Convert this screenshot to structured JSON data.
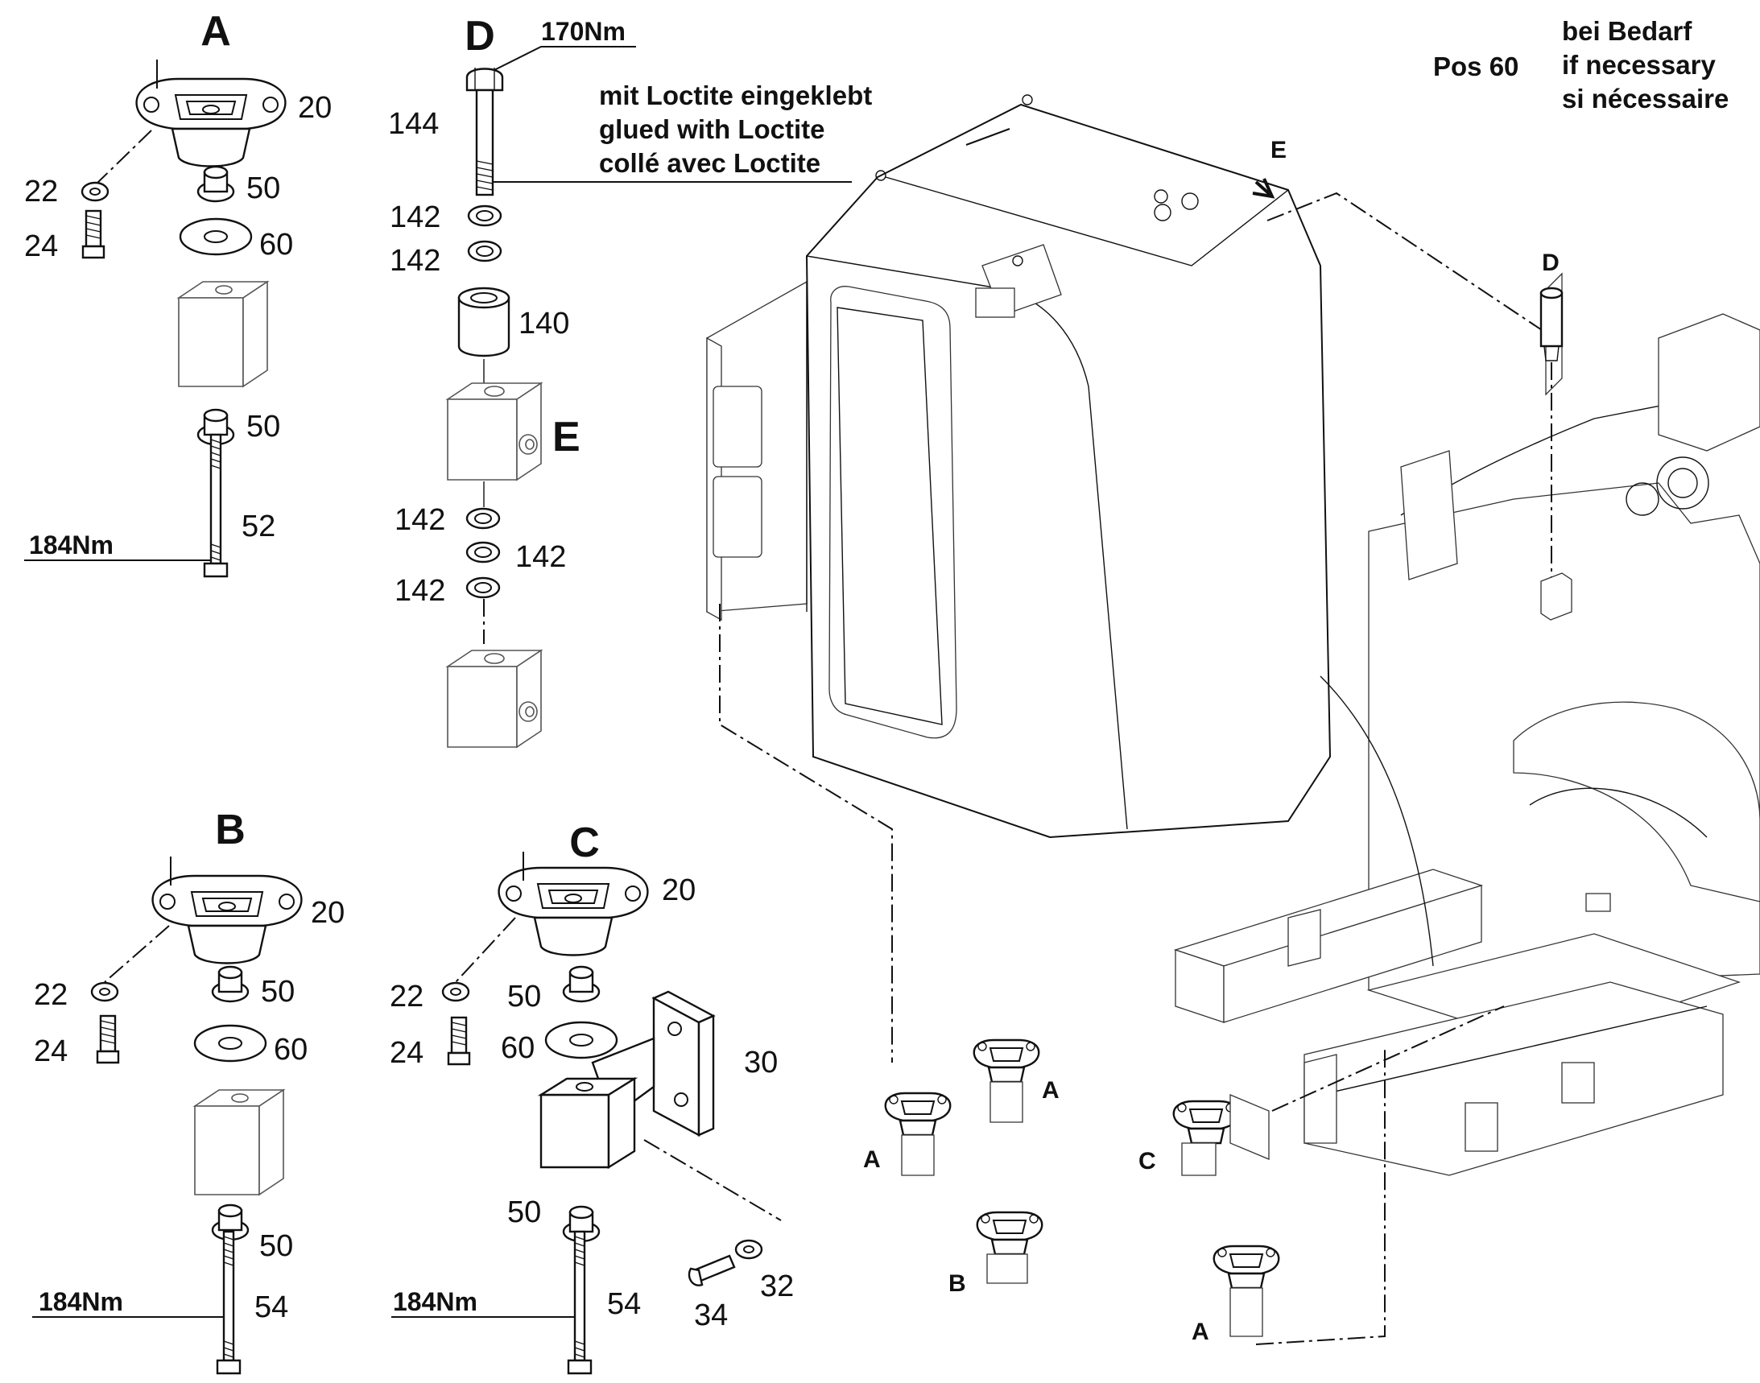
{
  "details": {
    "A": {
      "letter": "A",
      "p20": "20",
      "p22": "22",
      "p24": "24",
      "p50a": "50",
      "p60": "60",
      "p50b": "50",
      "p52": "52",
      "torque": "184Nm"
    },
    "B": {
      "letter": "B",
      "p20": "20",
      "p22": "22",
      "p24": "24",
      "p50a": "50",
      "p60": "60",
      "p50b": "50",
      "p54": "54",
      "torque": "184Nm"
    },
    "C": {
      "letter": "C",
      "p20": "20",
      "p22": "22",
      "p24": "24",
      "p50a": "50",
      "p60": "60",
      "p30": "30",
      "p50b": "50",
      "p54": "54",
      "p32": "32",
      "p34": "34",
      "torque": "184Nm"
    },
    "D": {
      "letter": "D",
      "torque": "170Nm",
      "p144": "144",
      "p142a": "142",
      "p142b": "142",
      "p140": "140"
    },
    "E": {
      "letter": "E",
      "p142a": "142",
      "p142b": "142",
      "p142c": "142"
    }
  },
  "loctite_note": [
    "mit Loctite eingeklebt",
    "glued with Loctite",
    "collé avec Loctite"
  ],
  "pos60_note": {
    "label": "Pos 60",
    "lines": [
      "bei Bedarf",
      "if necessary",
      "si nécessaire"
    ]
  },
  "main_view": {
    "arrow_E": "E",
    "label_D": "D",
    "mount_A1": "A",
    "mount_A2": "A",
    "mount_A3": "A",
    "mount_B": "B",
    "mount_C": "C"
  }
}
